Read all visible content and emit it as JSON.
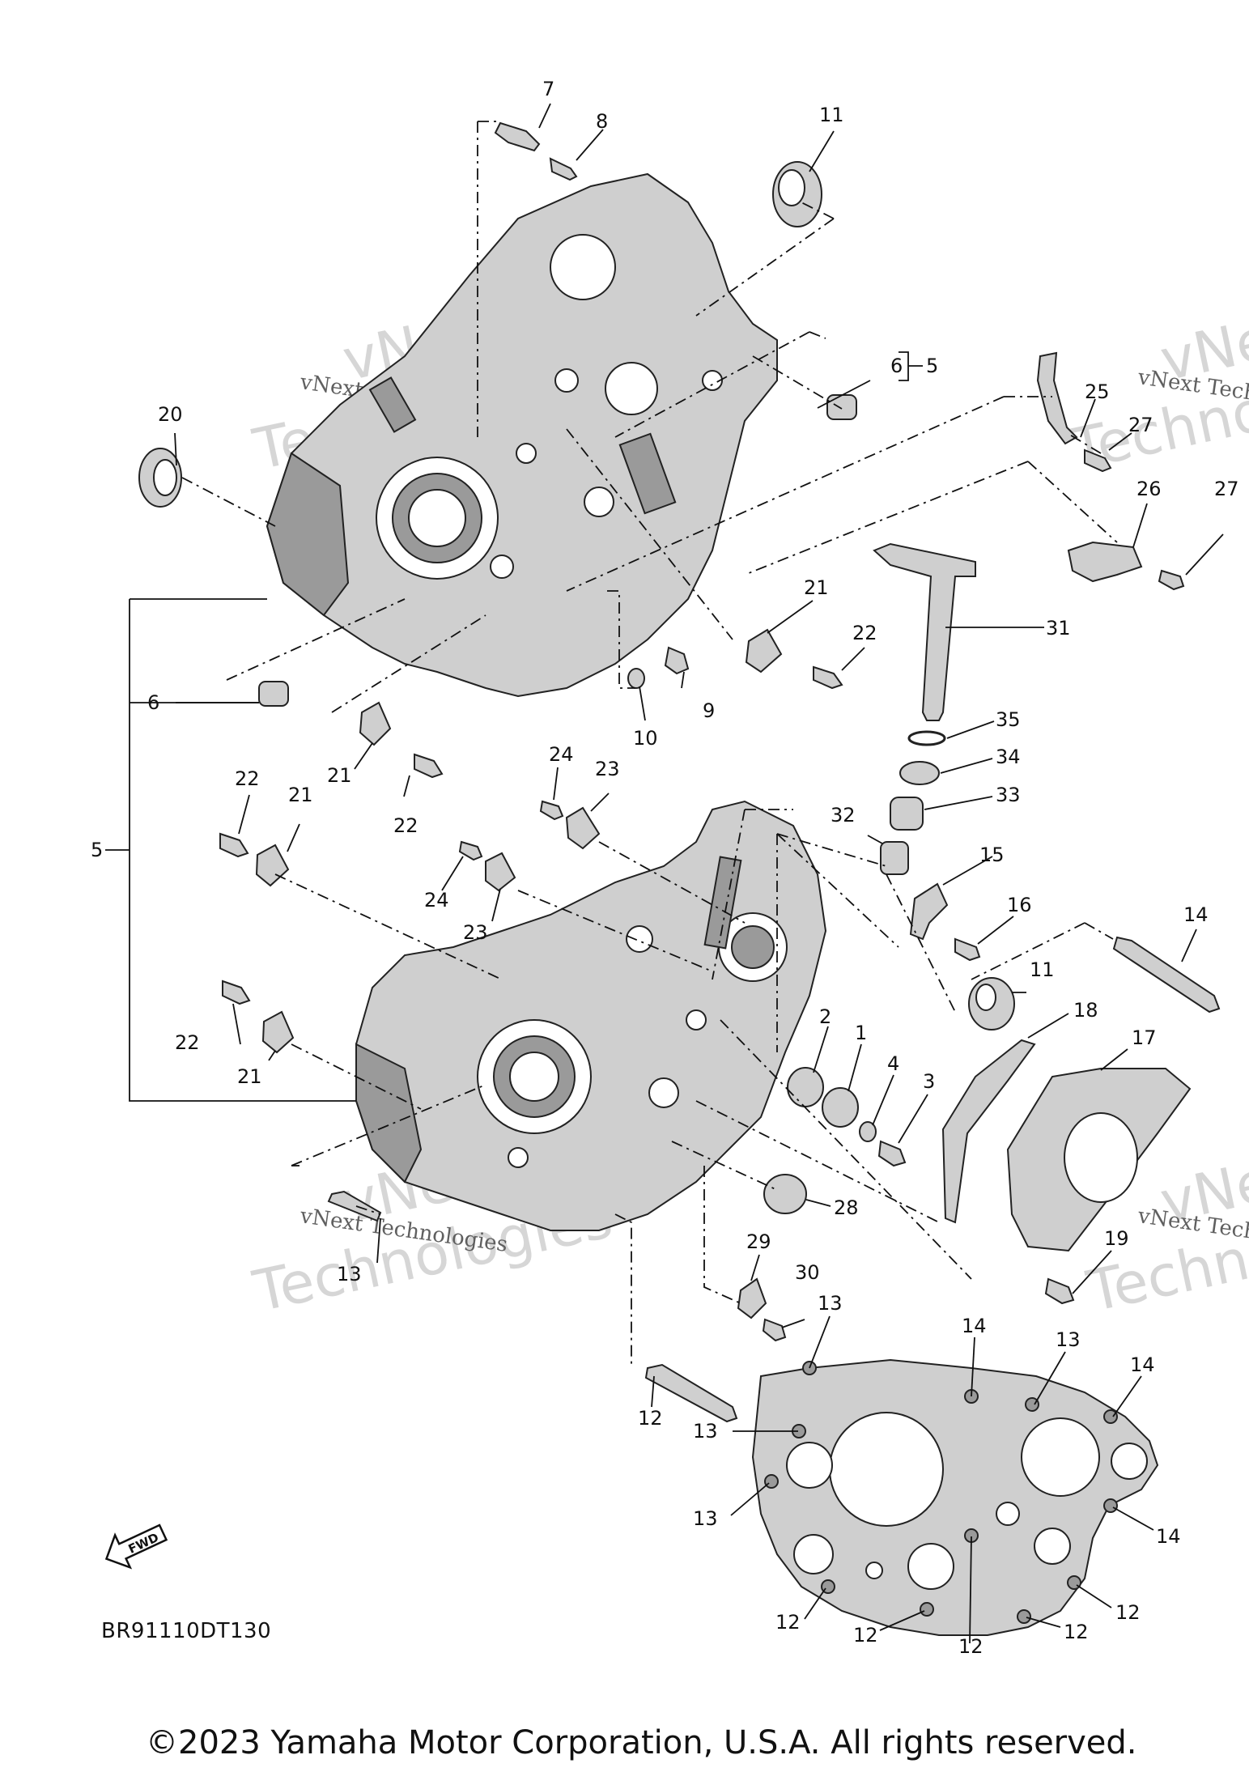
{
  "diagram": {
    "callouts": [
      "1",
      "2",
      "3",
      "4",
      "5",
      "6",
      "7",
      "8",
      "9",
      "10",
      "11",
      "12",
      "13",
      "14",
      "15",
      "16",
      "17",
      "18",
      "19",
      "20",
      "21",
      "22",
      "23",
      "24",
      "25",
      "26",
      "27",
      "28",
      "29",
      "30",
      "31",
      "32",
      "33",
      "34",
      "35"
    ],
    "labels": [
      {
        "id": "l7",
        "text": "7"
      },
      {
        "id": "l8",
        "text": "8"
      },
      {
        "id": "l11a",
        "text": "11"
      },
      {
        "id": "l6a",
        "text": "6"
      },
      {
        "id": "l5a",
        "text": "5"
      },
      {
        "id": "l25",
        "text": "25"
      },
      {
        "id": "l27a",
        "text": "27"
      },
      {
        "id": "l20",
        "text": "20"
      },
      {
        "id": "l26",
        "text": "26"
      },
      {
        "id": "l27b",
        "text": "27"
      },
      {
        "id": "l31",
        "text": "31"
      },
      {
        "id": "l21a",
        "text": "21"
      },
      {
        "id": "l22a",
        "text": "22"
      },
      {
        "id": "l6b",
        "text": "6"
      },
      {
        "id": "l9",
        "text": "9"
      },
      {
        "id": "l10",
        "text": "10"
      },
      {
        "id": "l35",
        "text": "35"
      },
      {
        "id": "l21b",
        "text": "21"
      },
      {
        "id": "l22b",
        "text": "22"
      },
      {
        "id": "l24a",
        "text": "24"
      },
      {
        "id": "l23a",
        "text": "23"
      },
      {
        "id": "l34",
        "text": "34"
      },
      {
        "id": "l22c",
        "text": "22"
      },
      {
        "id": "l21c",
        "text": "21"
      },
      {
        "id": "l33",
        "text": "33"
      },
      {
        "id": "l32",
        "text": "32"
      },
      {
        "id": "l5b",
        "text": "5"
      },
      {
        "id": "l15",
        "text": "15"
      },
      {
        "id": "l24b",
        "text": "24"
      },
      {
        "id": "l23b",
        "text": "23"
      },
      {
        "id": "l16",
        "text": "16"
      },
      {
        "id": "l14a",
        "text": "14"
      },
      {
        "id": "l11b",
        "text": "11"
      },
      {
        "id": "l18",
        "text": "18"
      },
      {
        "id": "l17",
        "text": "17"
      },
      {
        "id": "l2",
        "text": "2"
      },
      {
        "id": "l1",
        "text": "1"
      },
      {
        "id": "l4",
        "text": "4"
      },
      {
        "id": "l3",
        "text": "3"
      },
      {
        "id": "l22d",
        "text": "22"
      },
      {
        "id": "l21d",
        "text": "21"
      },
      {
        "id": "l28",
        "text": "28"
      },
      {
        "id": "l29",
        "text": "29"
      },
      {
        "id": "l30",
        "text": "30"
      },
      {
        "id": "l19",
        "text": "19"
      },
      {
        "id": "l13a",
        "text": "13"
      },
      {
        "id": "l13b",
        "text": "13"
      },
      {
        "id": "l14b",
        "text": "14"
      },
      {
        "id": "l13c",
        "text": "13"
      },
      {
        "id": "l14c",
        "text": "14"
      },
      {
        "id": "l12a",
        "text": "12"
      },
      {
        "id": "l13d",
        "text": "13"
      },
      {
        "id": "l13e",
        "text": "13"
      },
      {
        "id": "l14d",
        "text": "14"
      },
      {
        "id": "l12b",
        "text": "12"
      },
      {
        "id": "l12c",
        "text": "12"
      },
      {
        "id": "l12d",
        "text": "12"
      },
      {
        "id": "l12e",
        "text": "12"
      },
      {
        "id": "l12f",
        "text": "12"
      }
    ],
    "fwd_label": "FWD",
    "drawing_code": "BR91110DT130",
    "watermark_line1": "vNext Technologies",
    "watermark_line2": "vNext",
    "watermark_line3": "Technologies",
    "copyright": "©2023 Yamaha Motor Corporation, U.S.A. All rights reserved."
  }
}
